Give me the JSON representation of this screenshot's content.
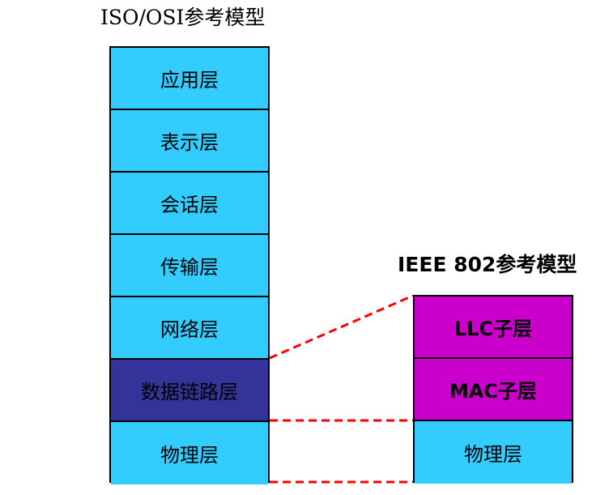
{
  "osi_model": {
    "title": "ISO/OSI参考模型",
    "layers": [
      "应用层",
      "表示层",
      "会话层",
      "传输层",
      "网络层",
      "数据链路层",
      "物理层"
    ]
  },
  "ieee_model": {
    "title": "IEEE 802参考模型",
    "layers": [
      "LLC子层",
      "MAC子层",
      "物理层"
    ]
  },
  "colors": {
    "layer_fill": "#33ccff",
    "highlight_fill": "#333399",
    "sublayer_fill": "#cc00cc",
    "connector": "#ff0000"
  }
}
